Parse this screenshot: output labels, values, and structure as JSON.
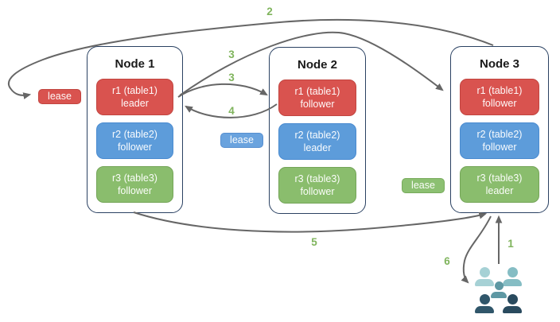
{
  "nodes": [
    {
      "title": "Node 1",
      "replicas": [
        {
          "line1": "r1 (table1)",
          "line2": "leader",
          "color": "#d9534f"
        },
        {
          "line1": "r2 (table2)",
          "line2": "follower",
          "color": "#5d9cda"
        },
        {
          "line1": "r3 (table3)",
          "line2": "follower",
          "color": "#8abd6d"
        }
      ]
    },
    {
      "title": "Node 2",
      "replicas": [
        {
          "line1": "r1 (table1)",
          "line2": "follower",
          "color": "#d9534f"
        },
        {
          "line1": "r2 (table2)",
          "line2": "leader",
          "color": "#5d9cda"
        },
        {
          "line1": "r3 (table3)",
          "line2": "follower",
          "color": "#8abd6d"
        }
      ]
    },
    {
      "title": "Node 3",
      "replicas": [
        {
          "line1": "r1 (table1)",
          "line2": "follower",
          "color": "#d9534f"
        },
        {
          "line1": "r2 (table2)",
          "line2": "follower",
          "color": "#5d9cda"
        },
        {
          "line1": "r3 (table3)",
          "line2": "leader",
          "color": "#8abd6d"
        }
      ]
    }
  ],
  "leases": [
    {
      "label": "lease",
      "color": "#d9534f"
    },
    {
      "label": "lease",
      "color": "#6aa3de"
    },
    {
      "label": "lease",
      "color": "#8cc072"
    }
  ],
  "steps": [
    {
      "text": "1"
    },
    {
      "text": "2"
    },
    {
      "text": "3"
    },
    {
      "text": "3"
    },
    {
      "text": "4"
    },
    {
      "text": "5"
    },
    {
      "text": "6"
    }
  ],
  "colors": {
    "node_border": "#2a4162",
    "arrow": "#666666",
    "step_label": "#7fb45c",
    "replica_red": "#d9534f",
    "replica_blue": "#5d9cda",
    "replica_green": "#8abd6d",
    "users_group": [
      "#a6d1d5",
      "#85bdc4",
      "#5e98a3",
      "#30566a",
      "#294a5e"
    ]
  },
  "icons": {
    "users_group": "users-group-icon"
  }
}
